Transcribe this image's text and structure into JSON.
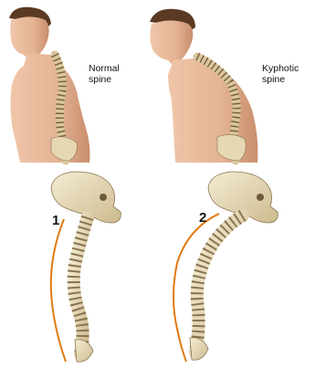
{
  "labels": {
    "normal_line1": "Normal",
    "normal_line2": "spine",
    "kyphotic_line1": "Kyphotic",
    "kyphotic_line2": "spine",
    "marker_1": "1",
    "marker_2": "2"
  },
  "colors": {
    "skin": "#e3b394",
    "skin_shadow": "#c98d6c",
    "hair": "#5a3a22",
    "bone": "#eadfbf",
    "bone_outline": "#8a7450",
    "curve_line": "#e07a10"
  }
}
